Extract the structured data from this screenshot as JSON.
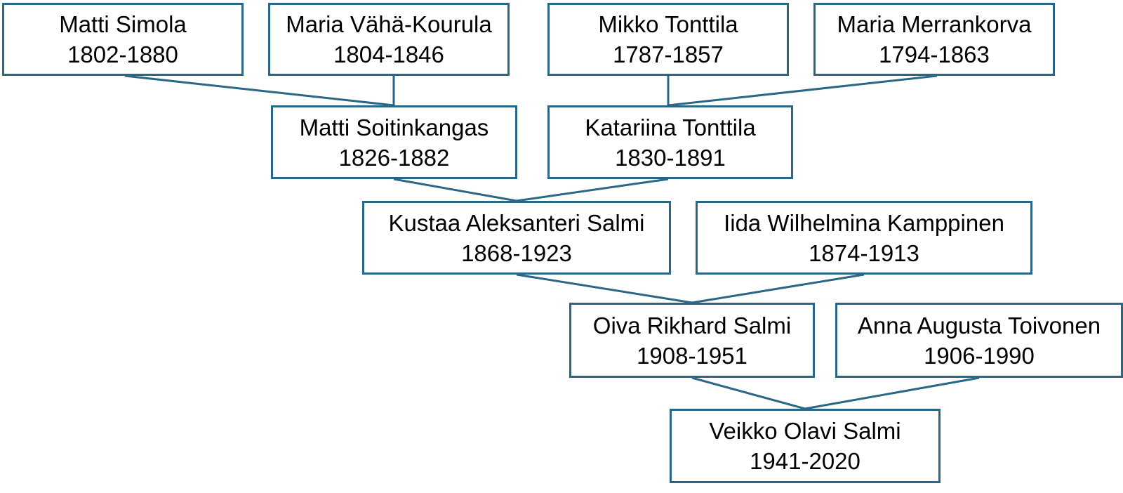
{
  "family_tree": {
    "people": {
      "matti_simola": {
        "name": "Matti Simola",
        "years": "1802-1880"
      },
      "maria_vaha_kourula": {
        "name": "Maria Vähä-Kourula",
        "years": "1804-1846"
      },
      "mikko_tonttila": {
        "name": "Mikko Tonttila",
        "years": "1787-1857"
      },
      "maria_merrankorva": {
        "name": "Maria Merrankorva",
        "years": "1794-1863"
      },
      "matti_soitinkangas": {
        "name": "Matti Soitinkangas",
        "years": "1826-1882"
      },
      "katariina_tonttila": {
        "name": "Katariina Tonttila",
        "years": "1830-1891"
      },
      "kustaa_salmi": {
        "name": "Kustaa Aleksanteri Salmi",
        "years": "1868-1923"
      },
      "iida_kamppinen": {
        "name": "Iida Wilhelmina Kamppinen",
        "years": "1874-1913"
      },
      "oiva_salmi": {
        "name": "Oiva Rikhard Salmi",
        "years": "1908-1951"
      },
      "anna_toivonen": {
        "name": "Anna Augusta Toivonen",
        "years": "1906-1990"
      },
      "veikko_salmi": {
        "name": "Veikko Olavi Salmi",
        "years": "1941-2020"
      }
    },
    "colors": {
      "border": "#2a6786",
      "connector": "#2a6786",
      "text": "#000000",
      "background": "#ffffff"
    }
  }
}
